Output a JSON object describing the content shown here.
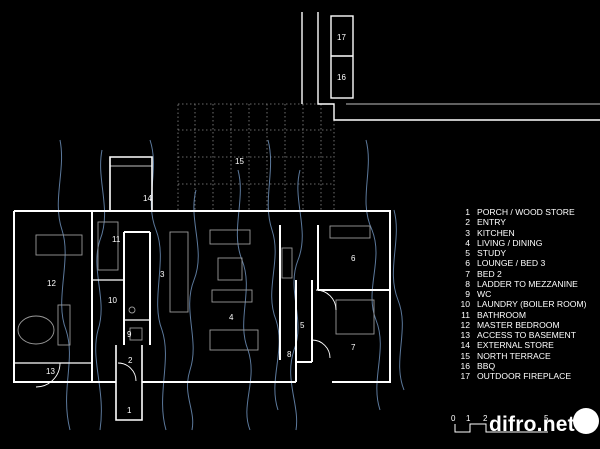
{
  "plan": {
    "rooms": [
      {
        "id": "1"
      },
      {
        "id": "2"
      },
      {
        "id": "3"
      },
      {
        "id": "4"
      },
      {
        "id": "5"
      },
      {
        "id": "6"
      },
      {
        "id": "7"
      },
      {
        "id": "8"
      },
      {
        "id": "9"
      },
      {
        "id": "10"
      },
      {
        "id": "11"
      },
      {
        "id": "12"
      },
      {
        "id": "13"
      },
      {
        "id": "14"
      },
      {
        "id": "15"
      },
      {
        "id": "16"
      },
      {
        "id": "17"
      }
    ]
  },
  "legend": {
    "items": [
      {
        "num": "1",
        "label": "PORCH / WOOD STORE"
      },
      {
        "num": "2",
        "label": "ENTRY"
      },
      {
        "num": "3",
        "label": "KITCHEN"
      },
      {
        "num": "4",
        "label": "LIVING / DINING"
      },
      {
        "num": "5",
        "label": "STUDY"
      },
      {
        "num": "6",
        "label": "LOUNGE / BED 3"
      },
      {
        "num": "7",
        "label": "BED 2"
      },
      {
        "num": "8",
        "label": "LADDER TO MEZZANINE"
      },
      {
        "num": "9",
        "label": "WC"
      },
      {
        "num": "10",
        "label": "LAUNDRY (BOILER ROOM)"
      },
      {
        "num": "11",
        "label": "BATHROOM"
      },
      {
        "num": "12",
        "label": "MASTER BEDROOM"
      },
      {
        "num": "13",
        "label": "ACCESS TO BASEMENT"
      },
      {
        "num": "14",
        "label": "EXTERNAL STORE"
      },
      {
        "num": "15",
        "label": "NORTH TERRACE"
      },
      {
        "num": "16",
        "label": "BBQ"
      },
      {
        "num": "17",
        "label": "OUTDOOR FIREPLACE"
      }
    ]
  },
  "scale_bar": {
    "ticks": [
      "0",
      "1",
      "2",
      "5"
    ]
  },
  "watermark": {
    "text": "difro.net"
  },
  "colors": {
    "background": "#000000",
    "walls": "#ffffff",
    "contours": "#6d8fb8",
    "furniture": "#9a9a9a"
  }
}
